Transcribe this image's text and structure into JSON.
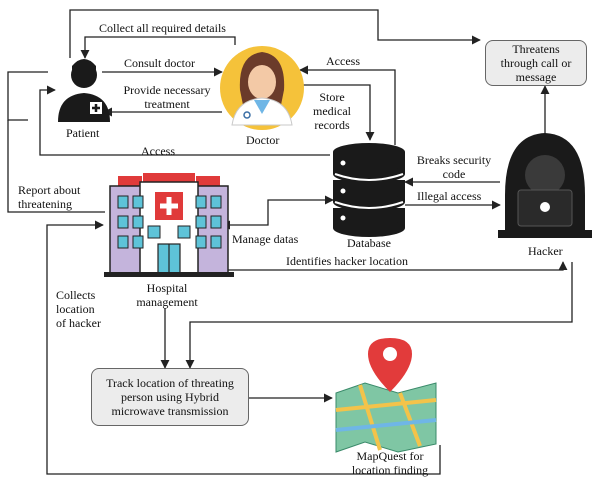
{
  "title": "",
  "nodes": {
    "patient": "Patient",
    "doctor": "Doctor",
    "database": "Database",
    "hacker": "Hacker",
    "hospital_line1": "Hospital",
    "hospital_line2": "management",
    "mapquest_line1": "MapQuest for",
    "mapquest_line2": "location finding"
  },
  "boxes": {
    "threatens_line1": "Threatens",
    "threatens_line2": "through call or",
    "threatens_line3": "message",
    "track_line1": "Track location of threating",
    "track_line2": "person using Hybrid",
    "track_line3": "microwave transmission"
  },
  "edges": {
    "collect_details": "Collect all required details",
    "consult_doctor": "Consult doctor",
    "provide_treatment_line1": "Provide necessary",
    "provide_treatment_line2": "treatment",
    "access_doctor": "Access",
    "store_records_line1": "Store",
    "store_records_line2": "medical",
    "store_records_line3": "records",
    "access_patient": "Access",
    "breaks_code_line1": "Breaks security",
    "breaks_code_line2": "code",
    "illegal_access": "Illegal access",
    "report_threat_line1": "Report about",
    "report_threat_line2": "threatening",
    "manage_datas": "Manage datas",
    "identifies_hacker": "Identifies hacker location",
    "collects_location_line1": "Collects",
    "collects_location_line2": "location",
    "collects_location_line3": "of hacker"
  },
  "colors": {
    "arrow": "#222222",
    "box_fill": "#ececec",
    "doctor_circle": "#f5c23a",
    "database_fill": "#1a1a1a",
    "hacker_fill": "#1a1a1a",
    "hospital_roof": "#e03a3a",
    "hospital_body": "#c4b4dc",
    "map_pin": "#e23b3b"
  }
}
